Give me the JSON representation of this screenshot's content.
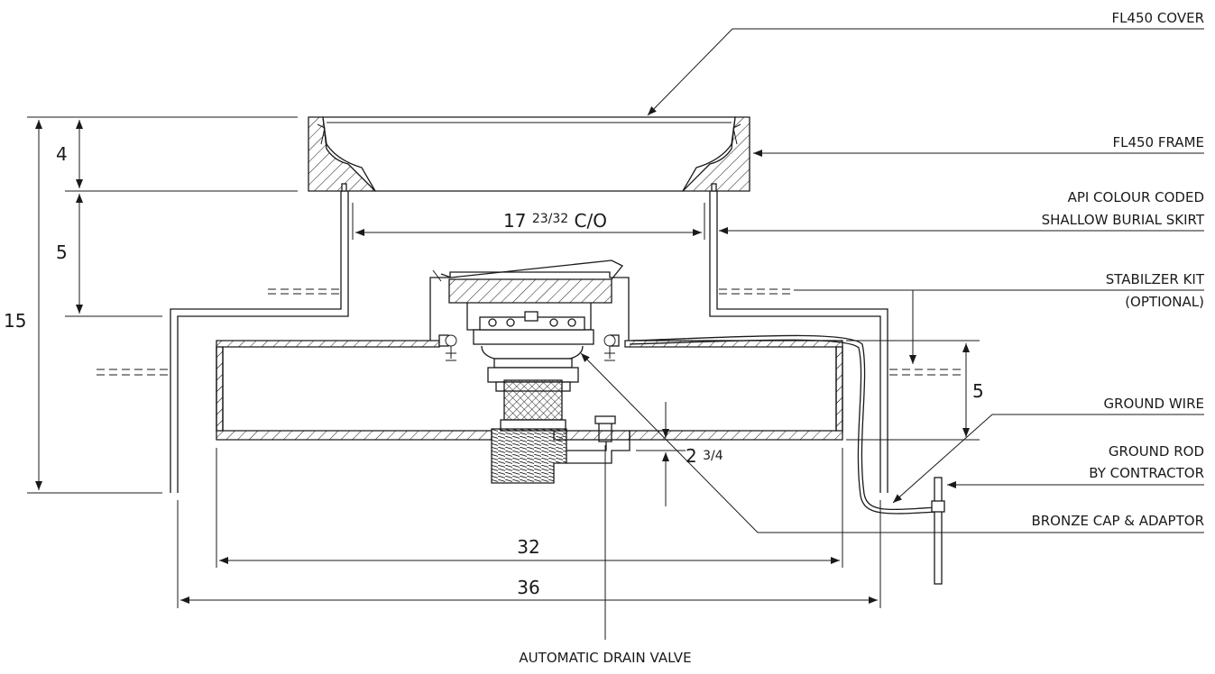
{
  "labels": {
    "cover": "FL450 COVER",
    "frame": "FL450 FRAME",
    "skirt_line1": "API COLOUR CODED",
    "skirt_line2": "SHALLOW BURIAL SKIRT",
    "stabilizer_line1": "STABILZER KIT",
    "stabilizer_line2": "(OPTIONAL)",
    "ground_wire": "GROUND WIRE",
    "ground_rod_line1": "GROUND ROD",
    "ground_rod_line2": "BY CONTRACTOR",
    "bronze_cap": "BRONZE CAP & ADAPTOR",
    "drain_valve": "AUTOMATIC DRAIN VALVE"
  },
  "dimensions": {
    "frame_height": "4",
    "skirt_height": "5",
    "total_height": "15",
    "clear_opening_whole": "17 ",
    "clear_opening_frac": "23/32",
    "clear_opening_suffix": " C/O",
    "tank_height": "5",
    "drain_whole": "2 ",
    "drain_frac": "3/4",
    "tank_width": "32",
    "overall_width": "36"
  }
}
